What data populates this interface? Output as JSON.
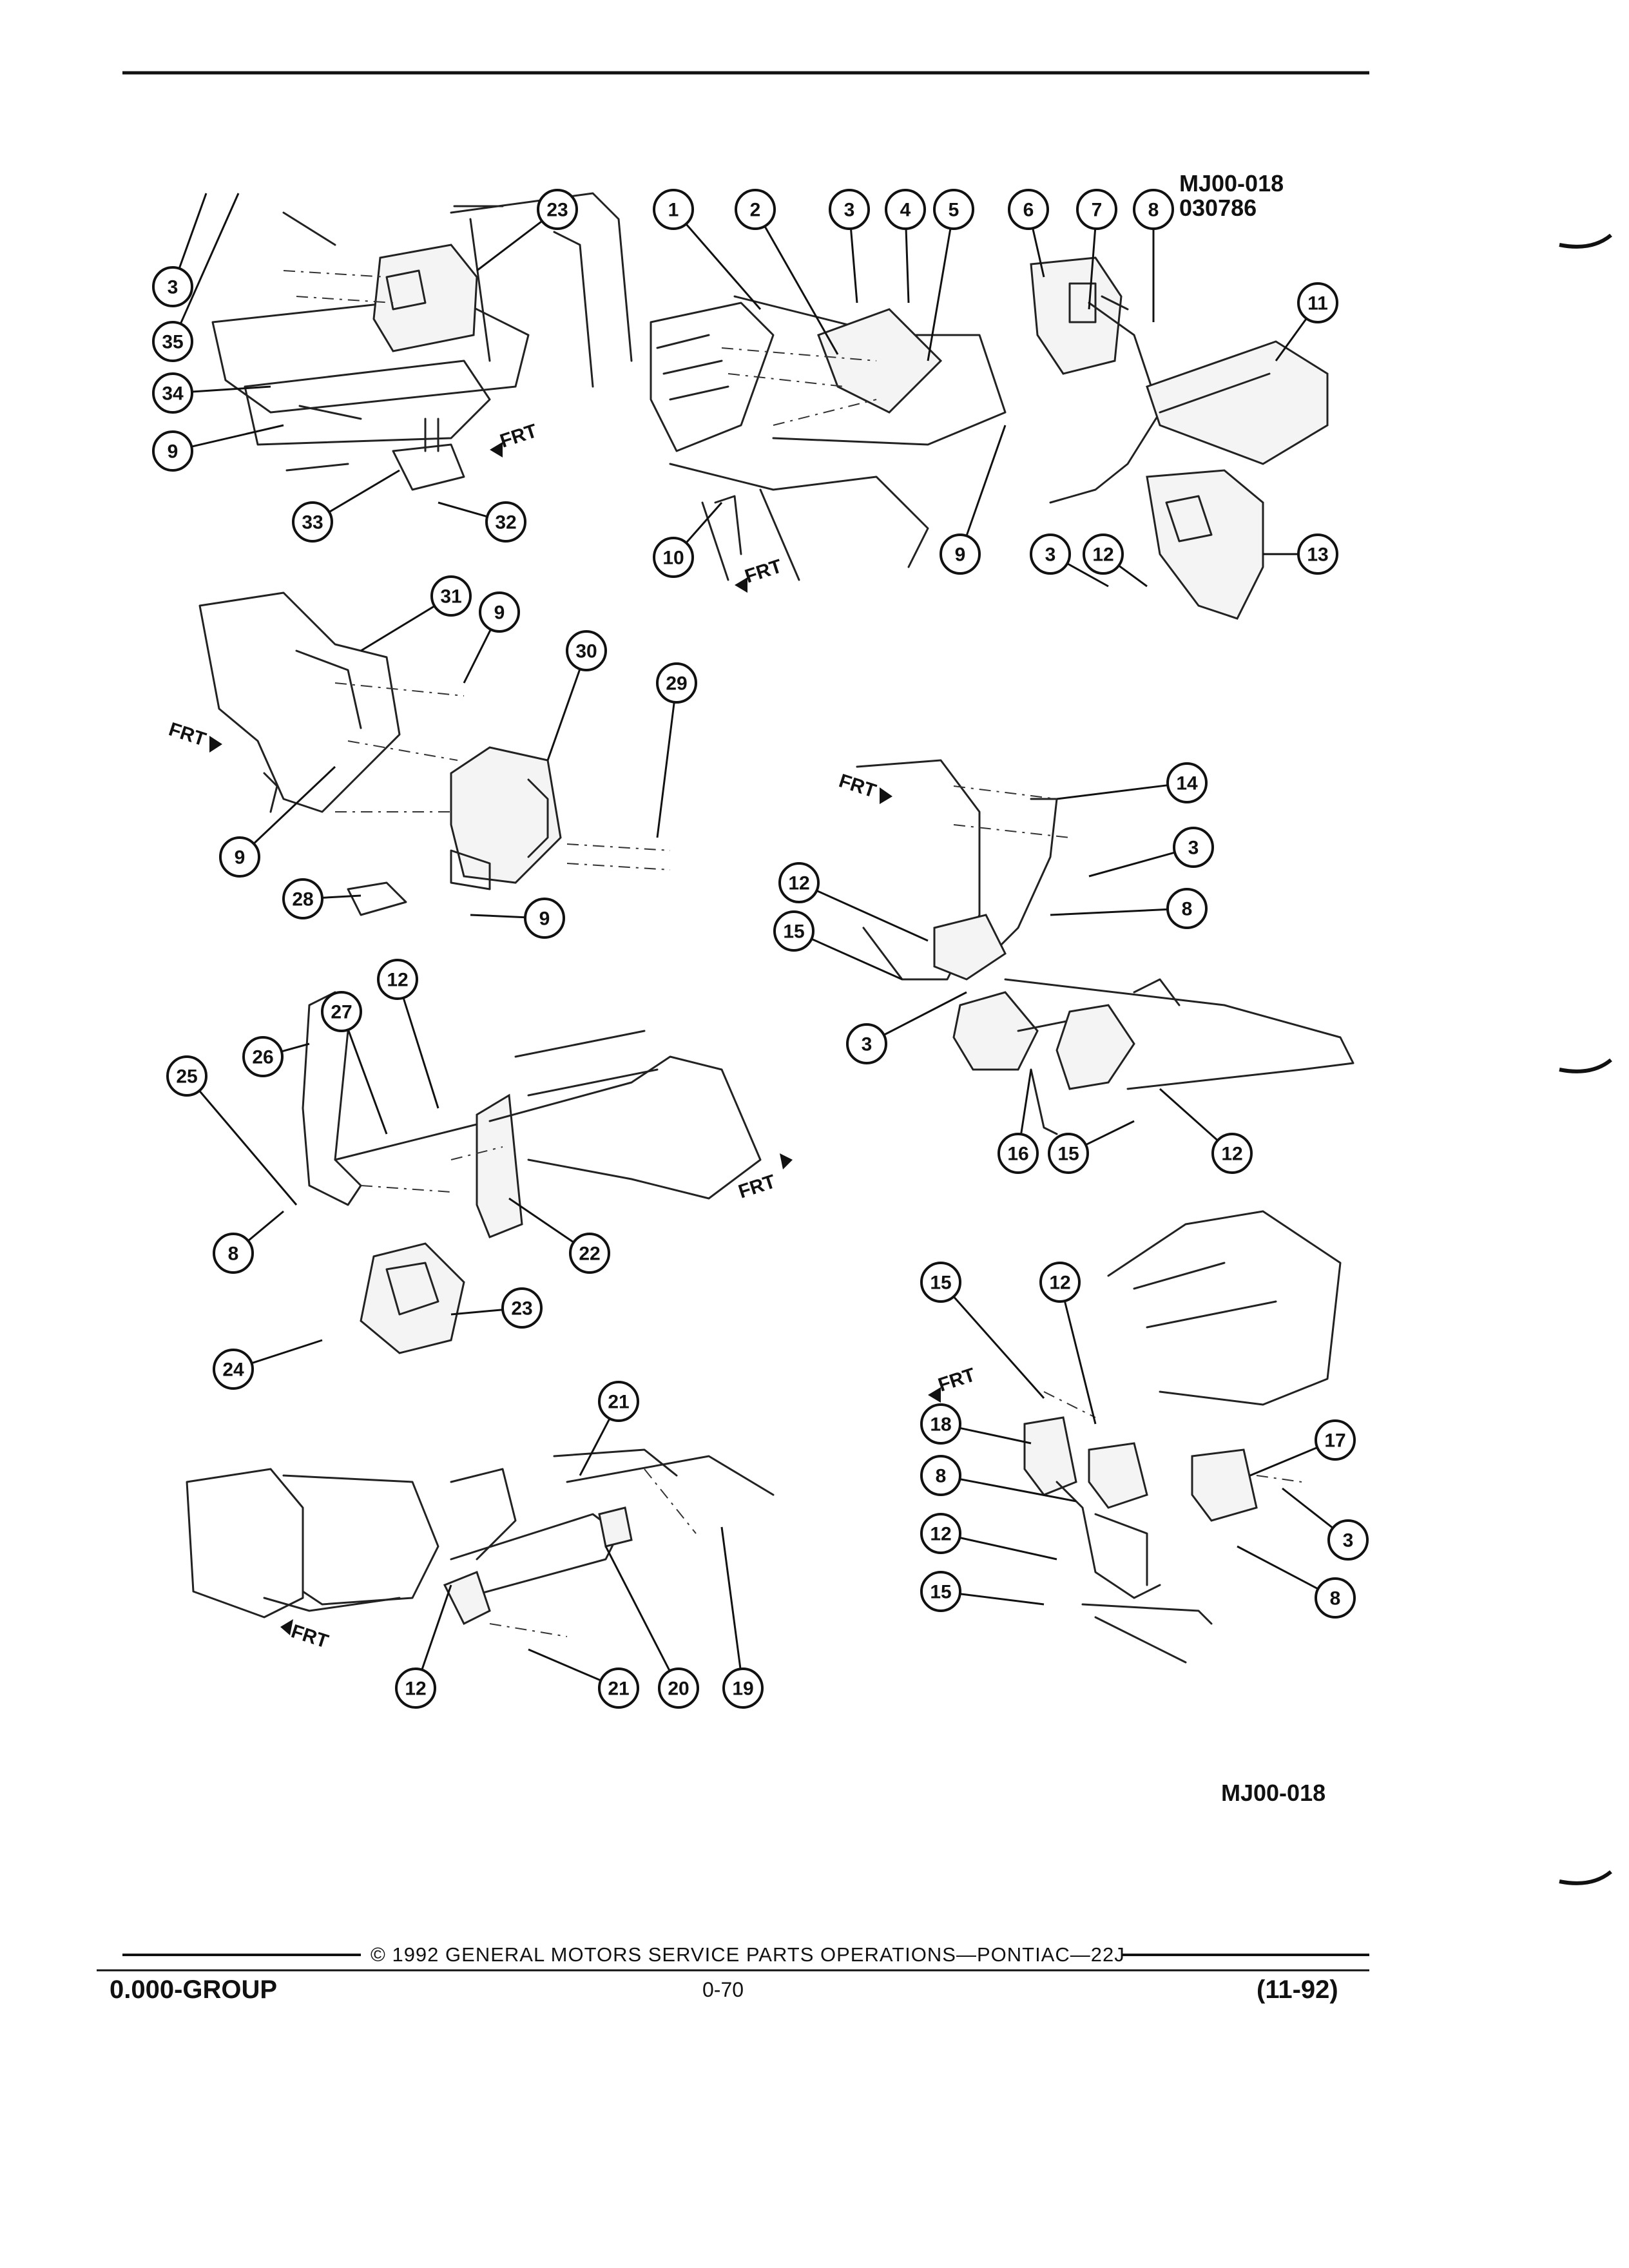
{
  "figure_code_top": "MJ00-018",
  "figure_date": "030786",
  "figure_code_bottom": "MJ00-018",
  "direction_label": "FRT",
  "footer": {
    "credit": "©  1992  GENERAL MOTORS SERVICE PARTS OPERATIONS—PONTIAC—22J",
    "group": "0.000-GROUP",
    "page": "0-70",
    "date": "(11-92)"
  },
  "callouts": [
    {
      "n": "1"
    },
    {
      "n": "2"
    },
    {
      "n": "3"
    },
    {
      "n": "4"
    },
    {
      "n": "5"
    },
    {
      "n": "6"
    },
    {
      "n": "7"
    },
    {
      "n": "8"
    },
    {
      "n": "11"
    },
    {
      "n": "10"
    },
    {
      "n": "9"
    },
    {
      "n": "3"
    },
    {
      "n": "12"
    },
    {
      "n": "13"
    },
    {
      "n": "23"
    },
    {
      "n": "3"
    },
    {
      "n": "35"
    },
    {
      "n": "34"
    },
    {
      "n": "9"
    },
    {
      "n": "33"
    },
    {
      "n": "32"
    },
    {
      "n": "31"
    },
    {
      "n": "9"
    },
    {
      "n": "30"
    },
    {
      "n": "29"
    },
    {
      "n": "9"
    },
    {
      "n": "28"
    },
    {
      "n": "9"
    },
    {
      "n": "14"
    },
    {
      "n": "3"
    },
    {
      "n": "12"
    },
    {
      "n": "15"
    },
    {
      "n": "8"
    },
    {
      "n": "3"
    },
    {
      "n": "16"
    },
    {
      "n": "15"
    },
    {
      "n": "12"
    },
    {
      "n": "27"
    },
    {
      "n": "12"
    },
    {
      "n": "26"
    },
    {
      "n": "25"
    },
    {
      "n": "8"
    },
    {
      "n": "22"
    },
    {
      "n": "23"
    },
    {
      "n": "24"
    },
    {
      "n": "21"
    },
    {
      "n": "12"
    },
    {
      "n": "21"
    },
    {
      "n": "20"
    },
    {
      "n": "19"
    },
    {
      "n": "15"
    },
    {
      "n": "12"
    },
    {
      "n": "18"
    },
    {
      "n": "17"
    },
    {
      "n": "8"
    },
    {
      "n": "3"
    },
    {
      "n": "12"
    },
    {
      "n": "8"
    },
    {
      "n": "15"
    }
  ]
}
